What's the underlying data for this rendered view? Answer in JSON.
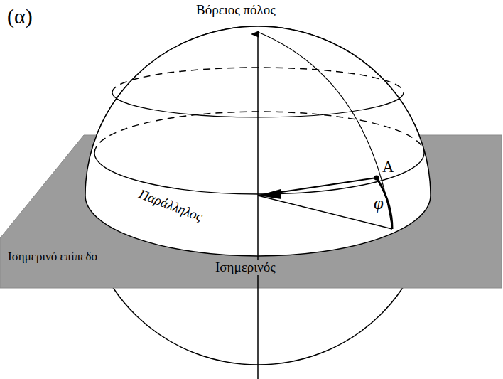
{
  "diagram": {
    "labels": [
      "(α)",
      "Βόρειος πόλος",
      "Παράλληλος",
      "Ισημερινό επίπεδο",
      "Ισημερινός",
      "Α",
      "φ"
    ]
  }
}
